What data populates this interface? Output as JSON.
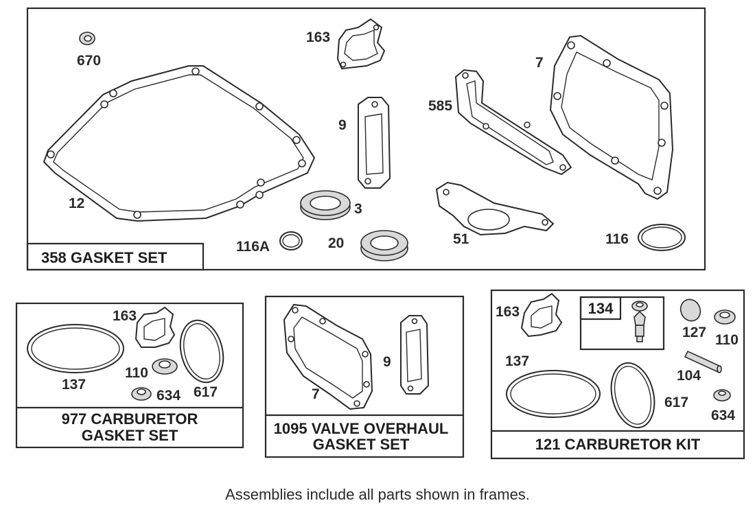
{
  "kits": {
    "gasket_set": {
      "title": "358 GASKET SET"
    },
    "carb_gasket_set": {
      "title_line1": "977 CARBURETOR",
      "title_line2": "GASKET SET"
    },
    "valve_overhaul": {
      "title_line1": "1095 VALVE OVERHAUL",
      "title_line2": "GASKET SET"
    },
    "carb_kit": {
      "title": "121 CARBURETOR KIT",
      "inset_label": "134"
    }
  },
  "labels": {
    "p670": "670",
    "p163": "163",
    "p7": "7",
    "p585": "585",
    "p9": "9",
    "p12": "12",
    "p3": "3",
    "p51": "51",
    "p116A": "116A",
    "p20": "20",
    "p116": "116",
    "c163": "163",
    "c137": "137",
    "c110": "110",
    "c634": "634",
    "c617": "617",
    "v9": "9",
    "v7": "7",
    "k163": "163",
    "k127": "127",
    "k110": "110",
    "k137": "137",
    "k104": "104",
    "k617": "617",
    "k634": "634"
  },
  "footer": "Assemblies include all parts shown in frames."
}
